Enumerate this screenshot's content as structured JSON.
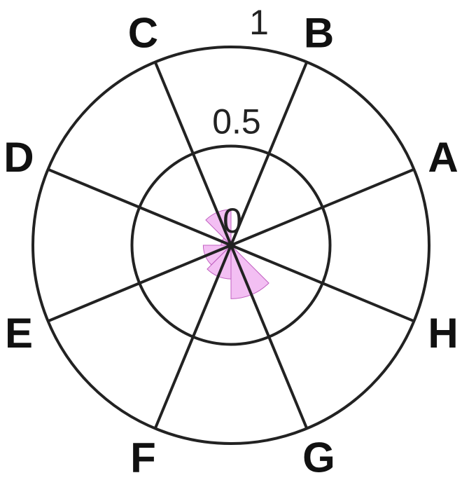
{
  "chart_data": {
    "type": "polar-bar",
    "title": "",
    "categories": [
      "A",
      "B",
      "C",
      "D",
      "E",
      "F",
      "G",
      "H"
    ],
    "radial_ticks": [
      "0",
      "0.5",
      "1"
    ],
    "radial_tick_values": [
      0,
      0.5,
      1
    ],
    "rlim": [
      0,
      1
    ],
    "grid": true,
    "legend": "none",
    "series": [
      {
        "values": [
          0.01,
          0.01,
          0.18,
          0.05,
          0.14,
          0.17,
          0.27,
          0.02
        ],
        "color": "#e880e8",
        "edge_color": "#c060c0"
      }
    ]
  }
}
